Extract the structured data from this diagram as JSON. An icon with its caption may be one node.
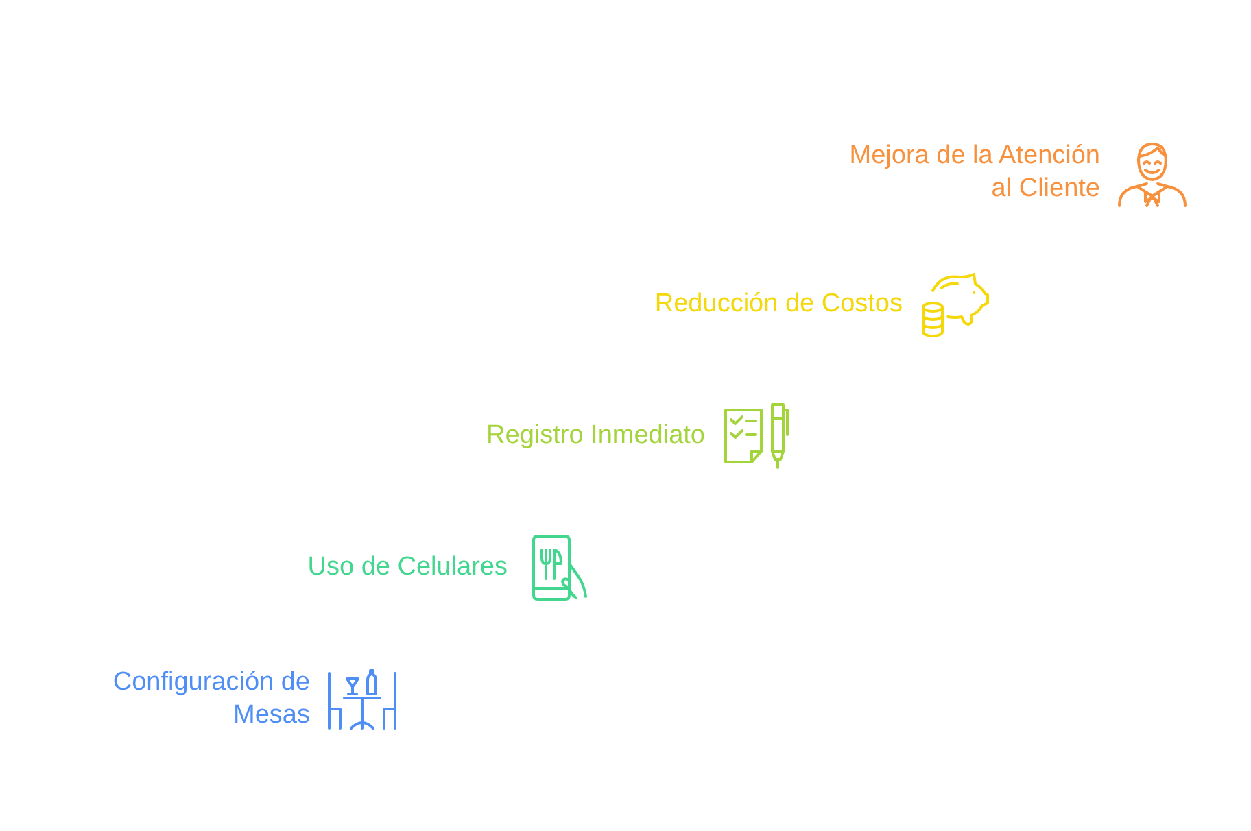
{
  "diagram": {
    "labels": [
      "Mejora de la Atención al Cliente",
      "Reducción de Costos",
      "Registro Inmediato",
      "Uso de Celulares",
      "Configuración de Mesas"
    ]
  }
}
